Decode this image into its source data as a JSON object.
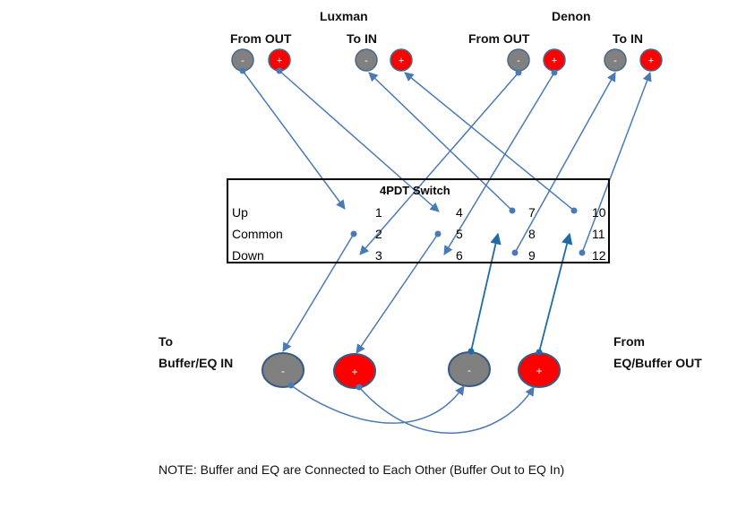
{
  "headers": {
    "luxman": "Luxman",
    "denon": "Denon",
    "lux_from_out": "From OUT",
    "lux_to_in": "To IN",
    "den_from_out": "From OUT",
    "den_to_in": "To IN"
  },
  "switch": {
    "title": "4PDT Switch",
    "rows": [
      "Up",
      "Common",
      "Down"
    ],
    "pins": [
      "1",
      "2",
      "3",
      "4",
      "5",
      "6",
      "7",
      "8",
      "9",
      "10",
      "11",
      "12"
    ]
  },
  "buffer": {
    "to_line1": "To",
    "to_line2": "Buffer/EQ IN",
    "from_line1": "From",
    "from_line2": "EQ/Buffer OUT"
  },
  "terminal_signs": {
    "minus": "-",
    "plus": "+"
  },
  "note": "NOTE:  Buffer and EQ are Connected to Each Other (Buffer Out to EQ In)",
  "colors": {
    "wire": "#4a7ab5",
    "wire_dark": "#1f6aa8",
    "neg": "#808080",
    "pos": "#ff0000",
    "outline": "#4a6a8a"
  }
}
